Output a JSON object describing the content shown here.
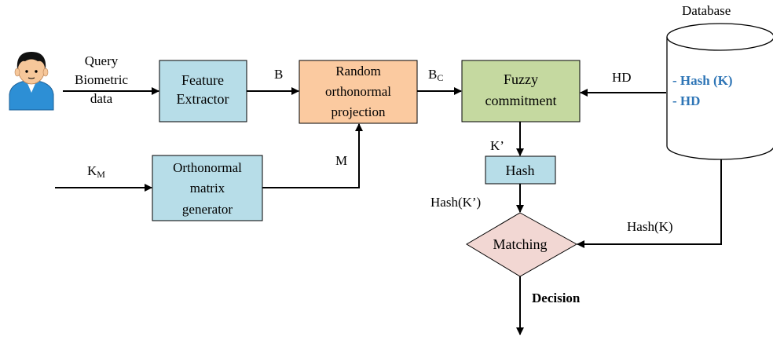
{
  "colors": {
    "feature_box": "#b7dde8",
    "projection_box": "#fbcaa0",
    "fuzzy_box": "#c5d9a0",
    "hash_box": "#b7dde8",
    "orthonormal_box": "#b7dde8",
    "matching_diamond": "#f2d7d3",
    "database_text": "#2e75b6",
    "stroke": "#000000"
  },
  "icons": {
    "user": "user-icon",
    "database": "database-icon"
  },
  "query": {
    "line1": "Query",
    "line2": "Biometric",
    "line3": "data"
  },
  "feature_extractor": {
    "line1": "Feature",
    "line2": "Extractor"
  },
  "random_projection": {
    "line1": "Random",
    "line2": "orthonormal",
    "line3": "projection"
  },
  "fuzzy_commitment": {
    "line1": "Fuzzy",
    "line2": "commitment"
  },
  "hash_box": {
    "label": "Hash"
  },
  "orthonormal_generator": {
    "line1": "Orthonormal",
    "line2": "matrix",
    "line3": "generator"
  },
  "matching": {
    "label": "Matching"
  },
  "database": {
    "title": "Database",
    "item1": "- Hash (K)",
    "item2": "- HD"
  },
  "labels": {
    "b": "B",
    "bc_main": "B",
    "bc_sub": "C",
    "hd": "HD",
    "m": "M",
    "km_main": "K",
    "km_sub": "M",
    "k_prime": "K’",
    "hash_k_prime": "Hash(K’)",
    "hash_k": "Hash(K)",
    "decision": "Decision"
  }
}
